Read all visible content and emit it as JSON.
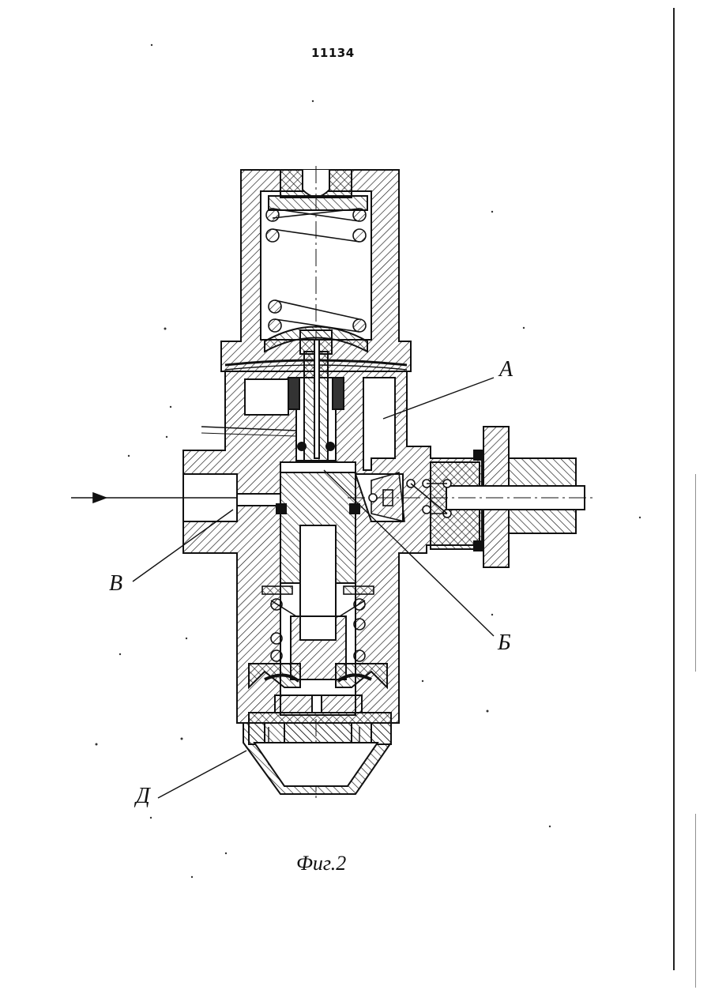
{
  "page": {
    "number": "11134",
    "caption": "Фиг.2"
  },
  "callouts": {
    "a": "А",
    "b": "Б",
    "v": "В",
    "d": "Д"
  },
  "colors": {
    "ink": "#111111",
    "paper": "#ffffff"
  }
}
